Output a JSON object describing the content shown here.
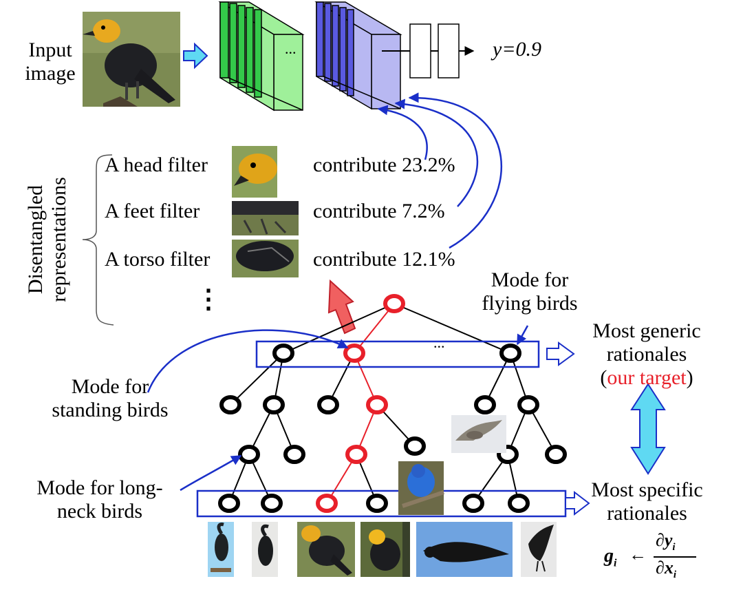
{
  "input": {
    "label_line1": "Input",
    "label_line2": "image",
    "output": "y=0.9",
    "ellipsis": "..."
  },
  "filters": {
    "side_label_line1": "Disentangled",
    "side_label_line2": "representations",
    "rows": [
      {
        "name": "A head filter",
        "contribution": "contribute 23.2%"
      },
      {
        "name": "A feet filter",
        "contribution": "contribute 7.2%"
      },
      {
        "name": "A torso filter",
        "contribution": "contribute 12.1%"
      }
    ],
    "more": "⋮"
  },
  "tree": {
    "flying_line1": "Mode for",
    "flying_line2": "flying birds",
    "standing_line1": "Mode for",
    "standing_line2": "standing birds",
    "longneck_line1": "Mode for long-",
    "longneck_line2": "neck birds",
    "ellipsis": "..."
  },
  "rationales": {
    "generic_line1": "Most generic",
    "generic_line2": "rationales",
    "target_open": "(",
    "target_text": "our target",
    "target_close": ")",
    "specific_line1": "Most specific",
    "specific_line2": "rationales",
    "formula_lhs": "g",
    "formula_lhs_sub": "i",
    "formula_arrow": "←",
    "formula_num": "∂y",
    "formula_num_sub": "i",
    "formula_den": "∂x",
    "formula_den_sub": "i"
  },
  "colors": {
    "highlight_red": "#e8202a",
    "box_blue": "#1a2fc8",
    "green_block": "#9ff09a",
    "blue_block": "#b8b8f2",
    "cyan_arrow": "#5fd9f2"
  }
}
